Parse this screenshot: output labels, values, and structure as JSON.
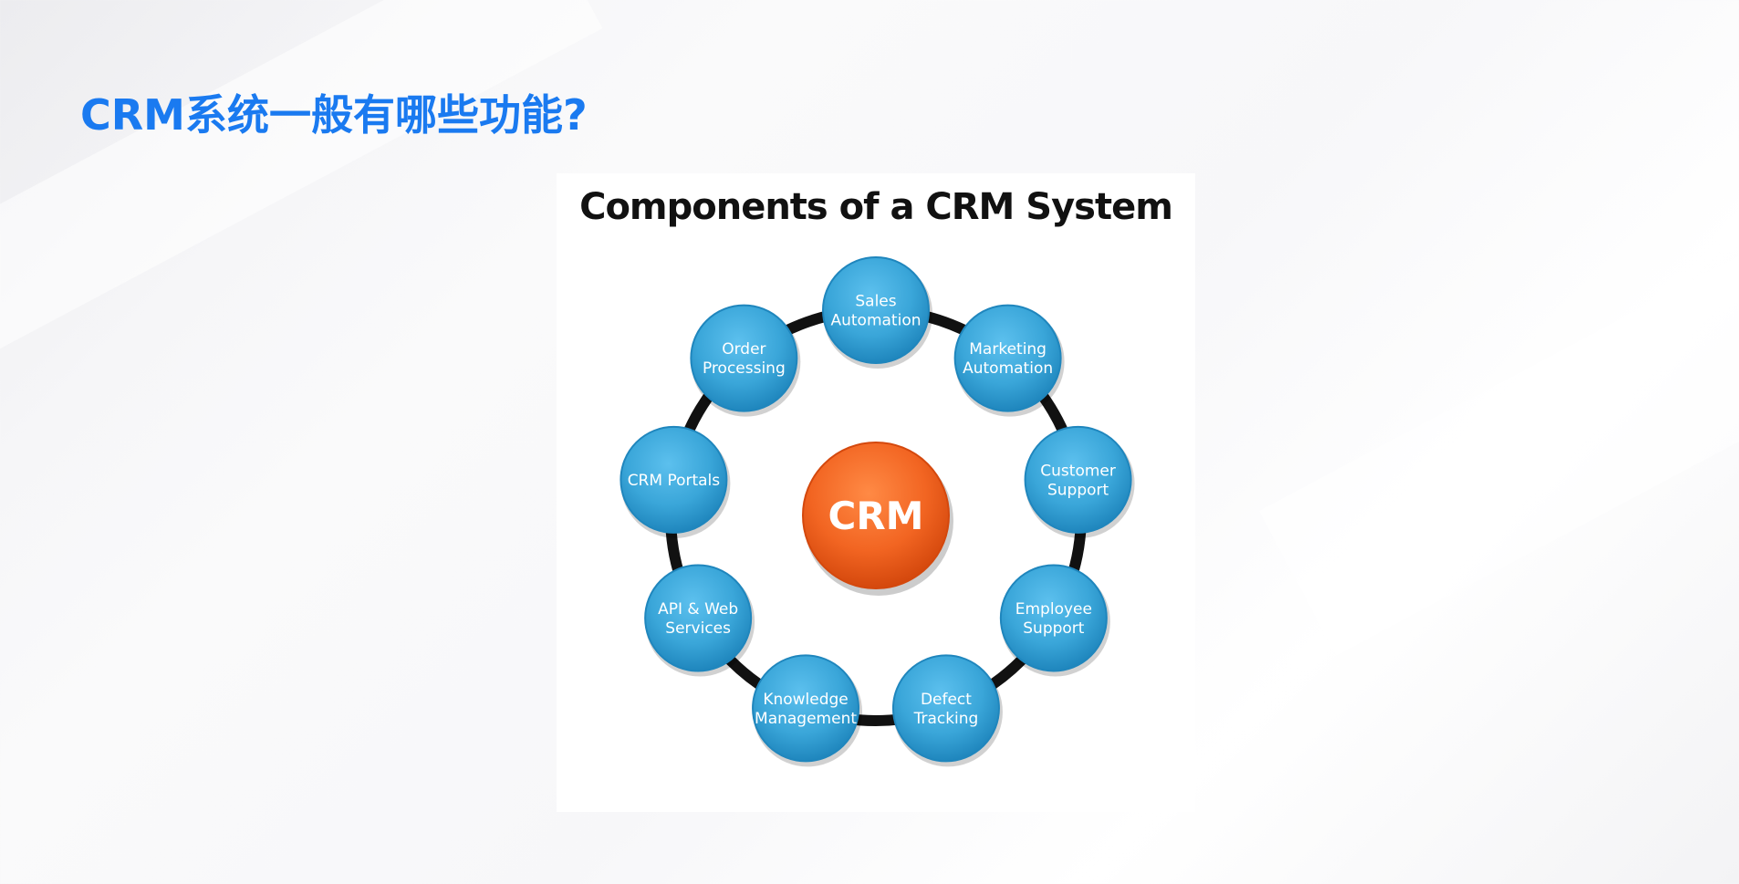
{
  "slide": {
    "title": "CRM系统一般有哪些功能?"
  },
  "diagram": {
    "heading": "Components of a CRM System",
    "hub": {
      "label": "CRM"
    },
    "nodes": [
      {
        "id": "sales-automation",
        "lines": [
          "Sales",
          "Automation"
        ]
      },
      {
        "id": "marketing-automation",
        "lines": [
          "Marketing",
          "Automation"
        ]
      },
      {
        "id": "customer-support",
        "lines": [
          "Customer",
          "Support"
        ]
      },
      {
        "id": "employee-support",
        "lines": [
          "Employee",
          "Support"
        ]
      },
      {
        "id": "defect-tracking",
        "lines": [
          "Defect",
          "Tracking"
        ]
      },
      {
        "id": "knowledge-management",
        "lines": [
          "Knowledge",
          "Management"
        ]
      },
      {
        "id": "api-web-services",
        "lines": [
          "API & Web",
          "Services"
        ]
      },
      {
        "id": "crm-portals",
        "lines": [
          "CRM Portals"
        ]
      },
      {
        "id": "order-processing",
        "lines": [
          "Order",
          "Processing"
        ]
      }
    ],
    "colors": {
      "node_fill": "#3aa6d9",
      "node_fill_dark": "#1f86bd",
      "hub_fill": "#f26522",
      "hub_fill_dark": "#d4480d",
      "ring": "#111111"
    }
  }
}
